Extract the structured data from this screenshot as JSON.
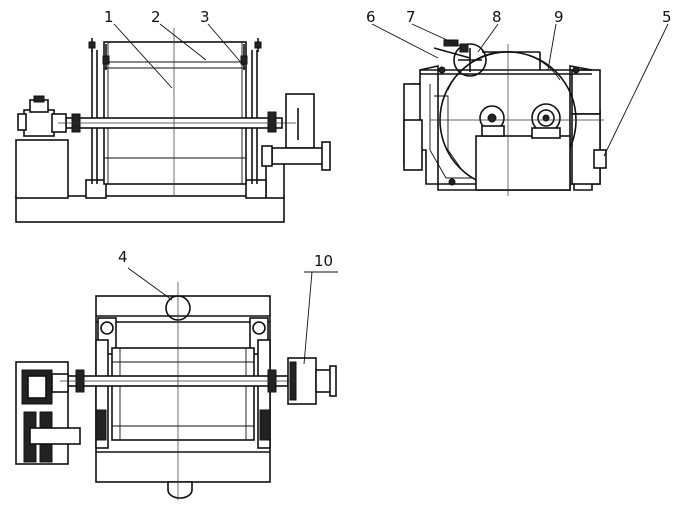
{
  "callouts": [
    "1",
    "2",
    "3",
    "4",
    "5",
    "6",
    "7",
    "8",
    "9",
    "10"
  ]
}
